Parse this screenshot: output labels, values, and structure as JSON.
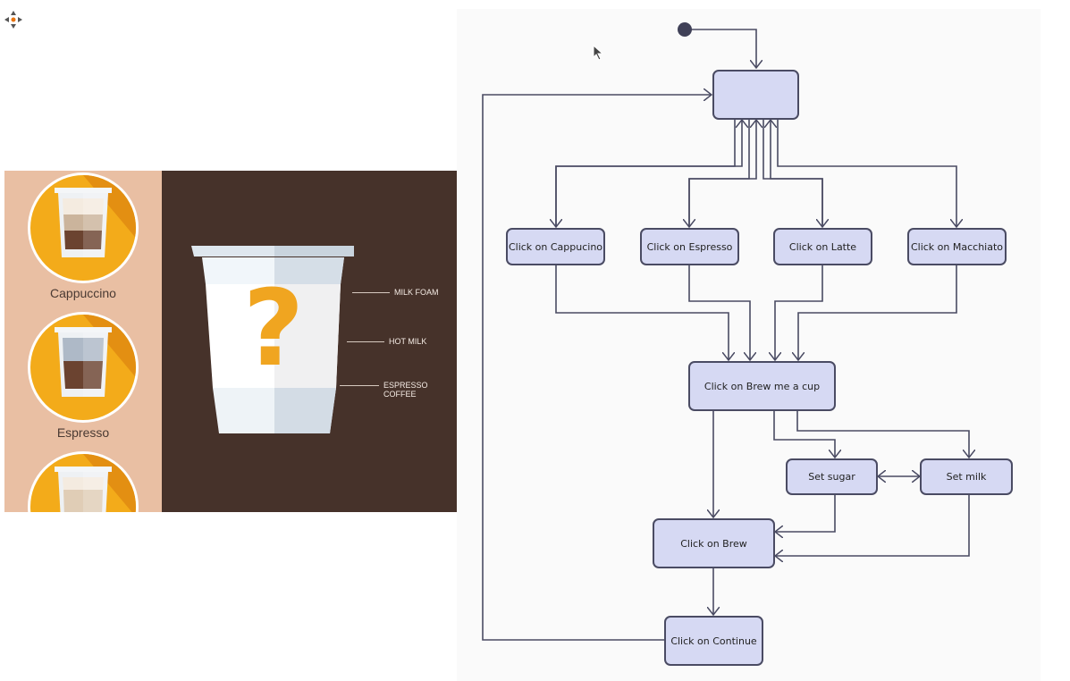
{
  "coffee_app": {
    "drinks": [
      {
        "name": "Cappuccino"
      },
      {
        "name": "Espresso"
      },
      {
        "name": ""
      }
    ],
    "cup_labels": [
      "MILK FOAM",
      "HOT MILK",
      "ESPRESSO COFFEE"
    ],
    "question_mark": "?",
    "colors": {
      "sidebar": "#e9bfa3",
      "background": "#46322a",
      "accent": "#f3ab1a"
    }
  },
  "diagram": {
    "nodes": {
      "initial": "",
      "cappuccino": "Click on Cappucino",
      "espresso": "Click on Espresso",
      "latte": "Click on Latte",
      "macchiato": "Click on Macchiato",
      "brew_cup": "Click on Brew me a cup",
      "sugar": "Set sugar",
      "milk": "Set milk",
      "brew": "Click on Brew",
      "continue": "Click on Continue"
    },
    "colors": {
      "node_fill": "#d6d9f3",
      "edge": "#4a4b63"
    }
  }
}
